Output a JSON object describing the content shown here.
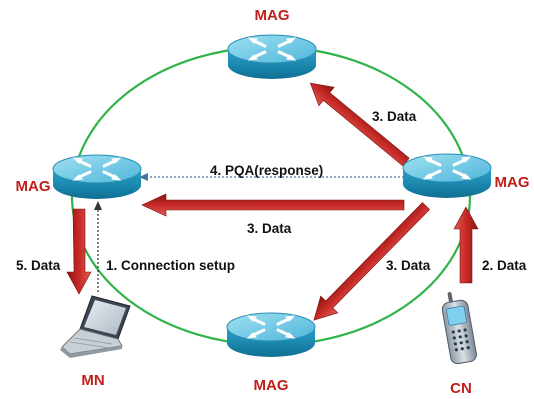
{
  "nodes": {
    "mag_top": "MAG",
    "mag_left": "MAG",
    "mag_right": "MAG",
    "mag_bottom": "MAG",
    "mn": "MN",
    "cn": "CN"
  },
  "flows": {
    "data_right_to_top": "3. Data",
    "pqa_response": "4. PQA(response)",
    "data_right_to_left": "3. Data",
    "data_right_to_bottom": "3. Data",
    "cn_data": "2. Data",
    "mn_data": "5. Data",
    "connection_setup": "1. Connection setup"
  },
  "colors": {
    "node_label": "#c0201c",
    "ring": "#2fb34a",
    "arrow": "#c62a26",
    "router_body": "#1a8fb8",
    "router_top": "#6cc6e4"
  }
}
